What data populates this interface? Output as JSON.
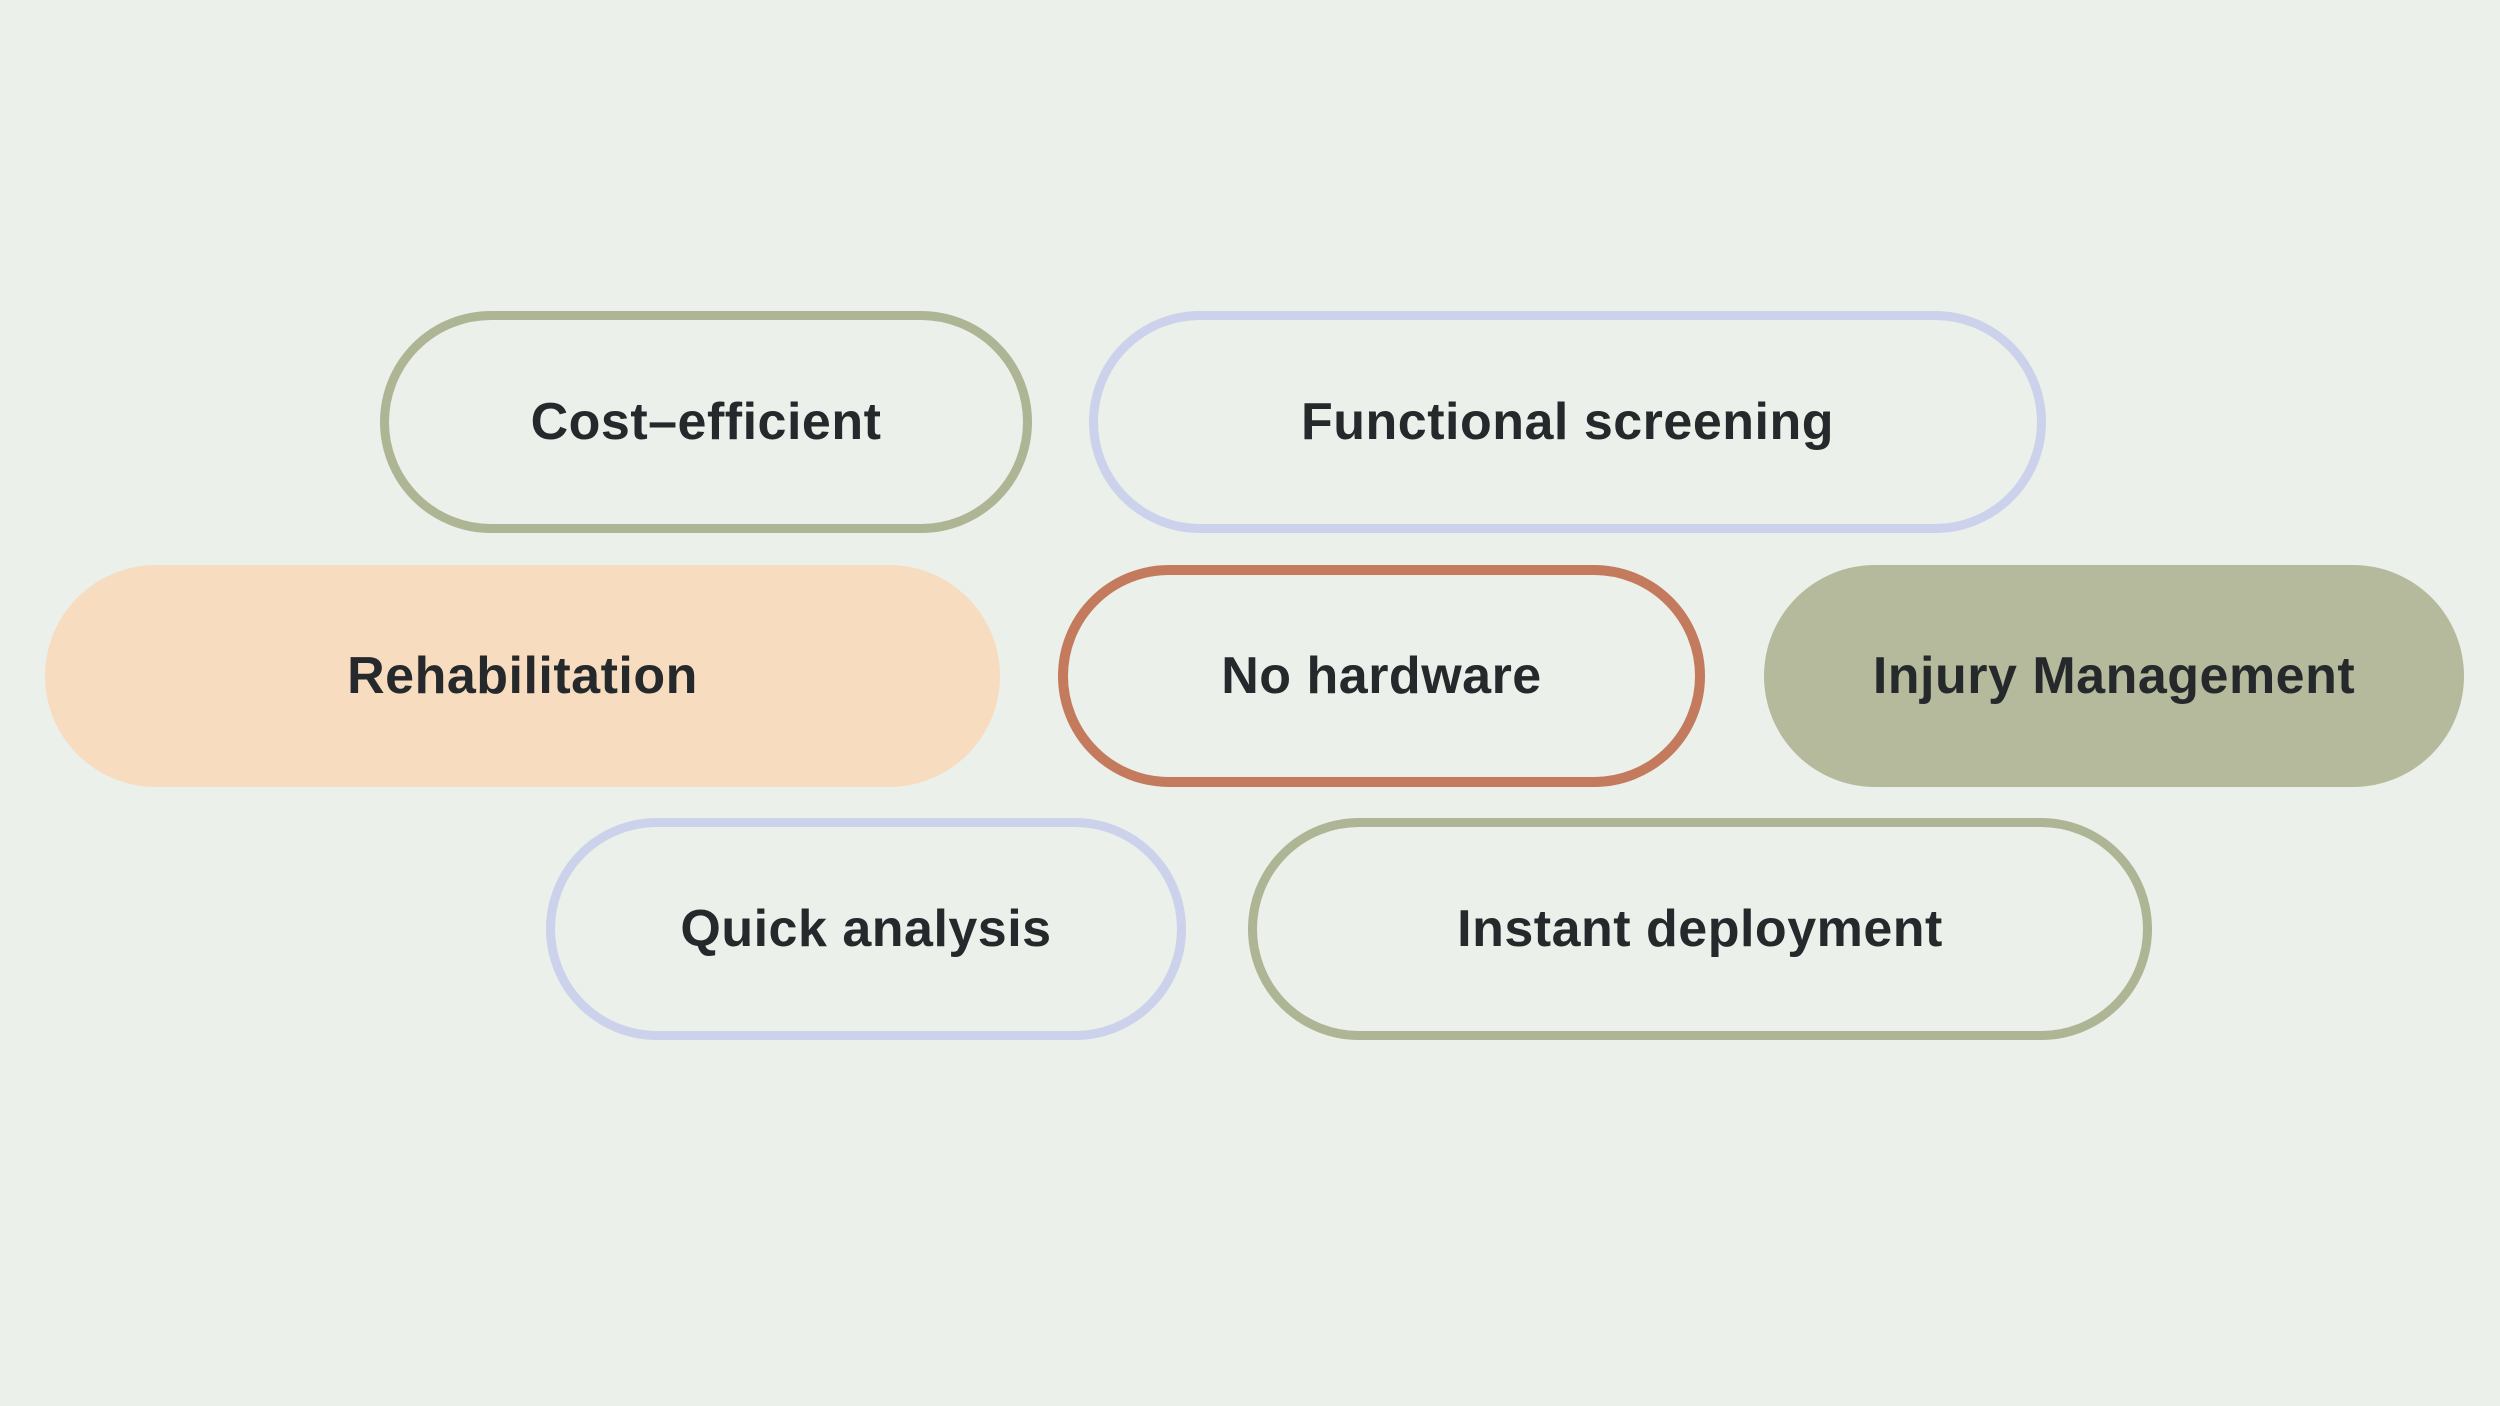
{
  "page": {
    "background_color": "#ebf0ea",
    "text_color": "#26292b"
  },
  "pills": [
    {
      "id": "cost-efficient",
      "label": "Cost–efficient",
      "style": "outline",
      "color": "#aeb594"
    },
    {
      "id": "functional-screening",
      "label": "Functional screening",
      "style": "outline",
      "color": "#cdd2ec"
    },
    {
      "id": "rehabilitation",
      "label": "Rehabilitation",
      "style": "fill",
      "color": "#f7dcc0"
    },
    {
      "id": "no-hardware",
      "label": "No hardware",
      "style": "outline",
      "color": "#c47a5d"
    },
    {
      "id": "injury-management",
      "label": "Injury Management",
      "style": "fill",
      "color": "#b4ba9b"
    },
    {
      "id": "quick-analysis",
      "label": "Quick analysis",
      "style": "outline",
      "color": "#ccd2ec"
    },
    {
      "id": "instant-deployment",
      "label": "Instant deployment",
      "style": "outline",
      "color": "#aeb594"
    }
  ]
}
